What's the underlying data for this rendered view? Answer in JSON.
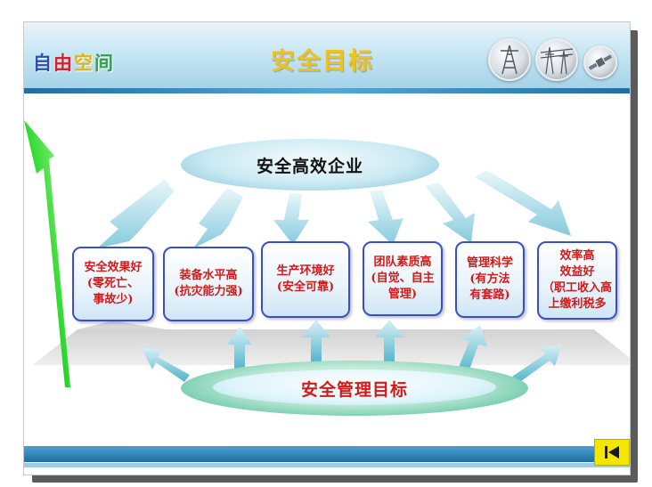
{
  "header": {
    "logo_chars": [
      "自",
      "由",
      "空",
      "间"
    ],
    "title": "安全目标"
  },
  "diagram": {
    "top_goal": "安全高效企业",
    "bottom_goal": "安全管理目标",
    "boxes": [
      "安全效果好\n(零死亡、\n事故少)",
      "装备水平高\n(抗灾能力强)",
      "生产环境好\n(安全可靠)",
      "团队素质高\n(自觉、自主\n管理)",
      "管理科学\n(有方法\n有套路)",
      "效率高\n效益好\n（职工收入高\n上缴利税多"
    ]
  },
  "colors": {
    "title": "#f2c21c",
    "box_text": "#d31a1a",
    "box_border": "#3a4fc7",
    "header_stripe": "#1d6fa5",
    "back_button": "#f3e600",
    "green_arrow": "#2bd92b"
  },
  "icons": [
    "tower-photo-icon",
    "powerline-photo-icon",
    "satellite-photo-icon",
    "back-to-start-icon"
  ]
}
